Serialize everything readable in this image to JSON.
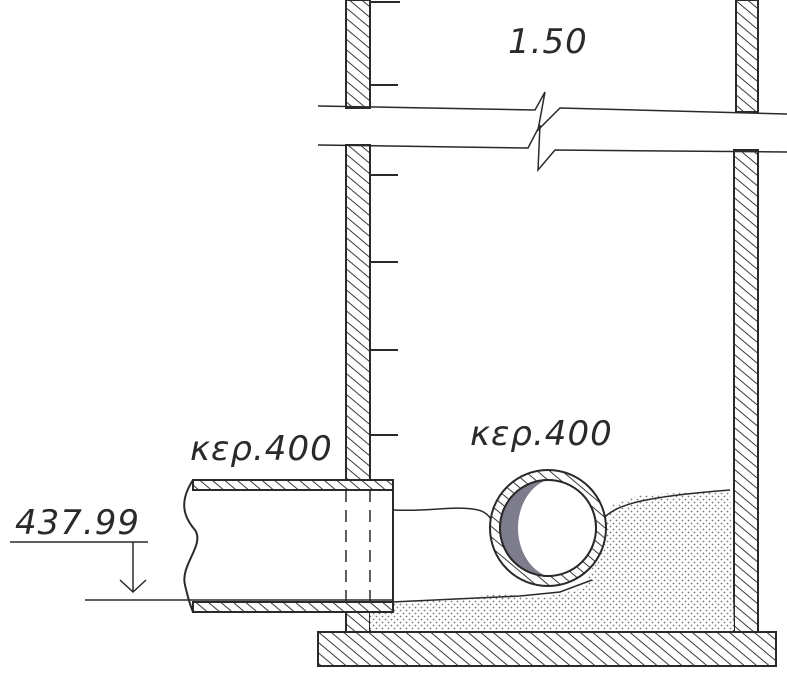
{
  "labels": {
    "width_dimension": "1.50",
    "pipe_left": "κερ.400",
    "pipe_right": "κερ.400",
    "invert_elevation": "437.99"
  },
  "colors": {
    "line": "#2a2a2a",
    "hatch": "#3a3a3a",
    "fill_dots": "#7a7a7a",
    "pipe_shadow": "#7d7d8e"
  }
}
